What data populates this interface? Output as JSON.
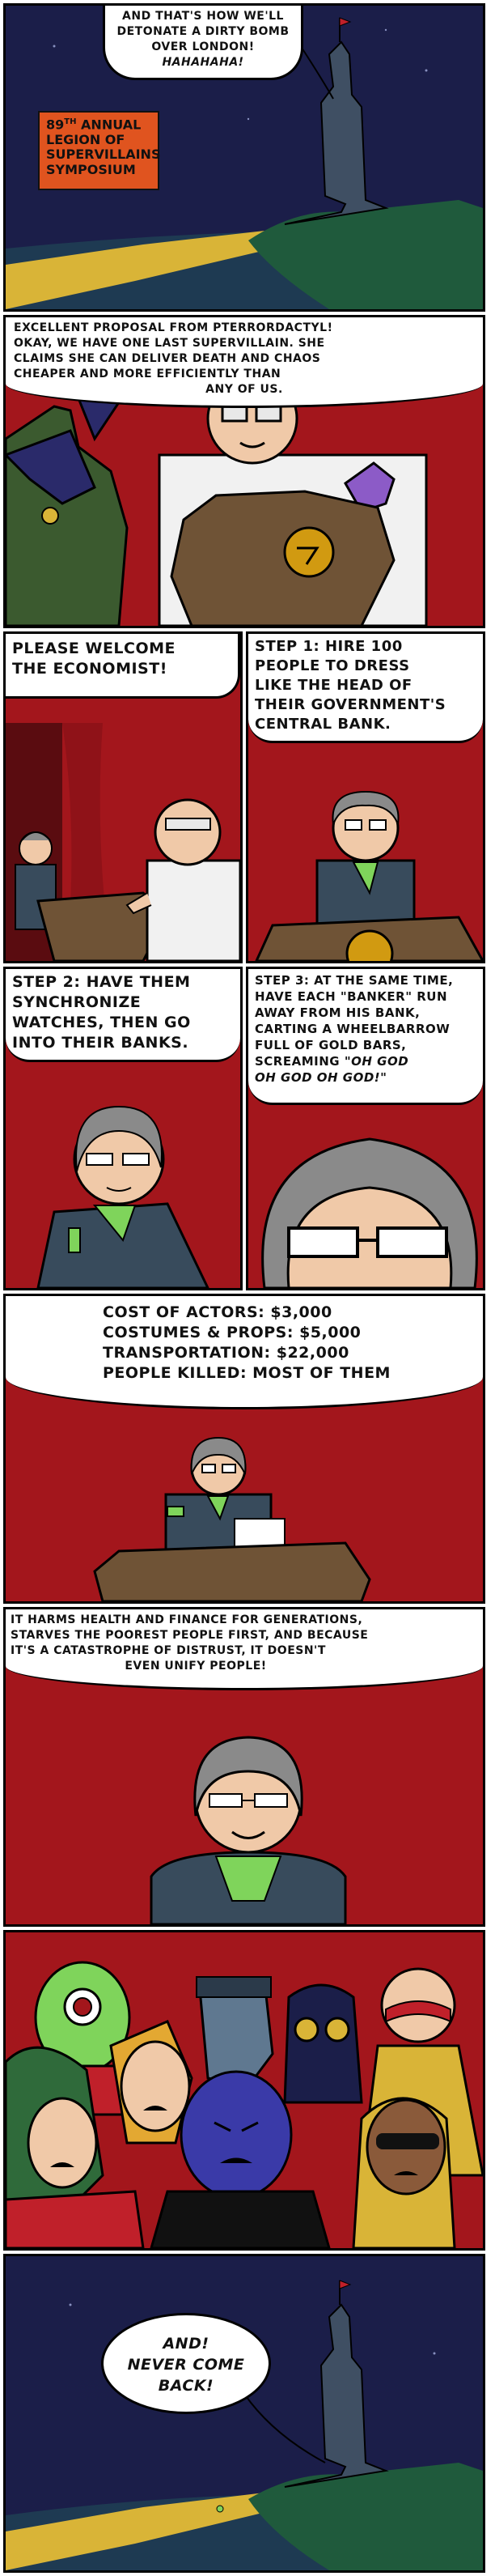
{
  "panel1": {
    "speech": [
      "AND THAT'S HOW WE'LL",
      "DETONATE A DIRTY BOMB",
      "OVER LONDON!",
      "HAHAHAHA!"
    ],
    "sign": {
      "ordinal_number": "89",
      "ordinal_suffix": "th",
      "line1_rest": "ANNUAL",
      "lines": [
        "LEGION OF",
        "SUPERVILLAINS",
        "SYMPOSIUM"
      ]
    }
  },
  "panel2": {
    "speech": [
      "EXCELLENT PROPOSAL FROM PTERRORDACTYL!",
      "OKAY, WE HAVE ONE LAST SUPERVILLAIN. SHE",
      "CLAIMS SHE CAN DELIVER DEATH AND CHAOS",
      "CHEAPER AND MORE EFFICIENTLY THAN",
      "ANY OF US."
    ]
  },
  "panel3": {
    "speech": [
      "PLEASE WELCOME",
      "THE ECONOMIST!"
    ]
  },
  "panel4": {
    "speech": [
      "STEP 1: HIRE 100",
      "PEOPLE TO DRESS",
      "LIKE THE HEAD OF",
      "THEIR GOVERNMENT'S",
      "CENTRAL BANK."
    ]
  },
  "panel5": {
    "speech": [
      "STEP 2: HAVE THEM",
      "SYNCHRONIZE",
      "WATCHES, THEN GO",
      "INTO THEIR BANKS."
    ]
  },
  "panel6": {
    "speech": [
      "STEP 3: AT THE SAME TIME,",
      "HAVE EACH \"BANKER\" RUN",
      "AWAY FROM HIS BANK,",
      "CARTING A WHEELBARROW",
      "FULL OF GOLD BARS,"
    ],
    "scream_prefix": "SCREAMING",
    "scream_lines": [
      "\"OH GOD",
      "OH GOD OH GOD!\""
    ]
  },
  "panel7": {
    "speech": [
      "COST OF ACTORS: $3,000",
      "COSTUMES & PROPS: $5,000",
      "TRANSPORTATION: $22,000",
      "PEOPLE KILLED: MOST OF THEM"
    ]
  },
  "panel8": {
    "speech": [
      "IT HARMS HEALTH AND FINANCE FOR GENERATIONS,",
      "STARVES THE POOREST PEOPLE FIRST, AND BECAUSE",
      "IT'S A CATASTROPHE OF DISTRUST, IT DOESN'T",
      "EVEN UNIFY PEOPLE!"
    ]
  },
  "panel10": {
    "speech": [
      "AND!",
      "NEVER COME",
      "BACK!"
    ]
  },
  "colors": {
    "night_sky": "#1b1e49",
    "villain_red": "#a3161c",
    "yellow_road": "#d9b437",
    "orange_sign": "#e0541f",
    "economist_suit": "#384b5c",
    "economist_shirt": "#7fd45b",
    "pedestal_gold": "#d19a11"
  }
}
